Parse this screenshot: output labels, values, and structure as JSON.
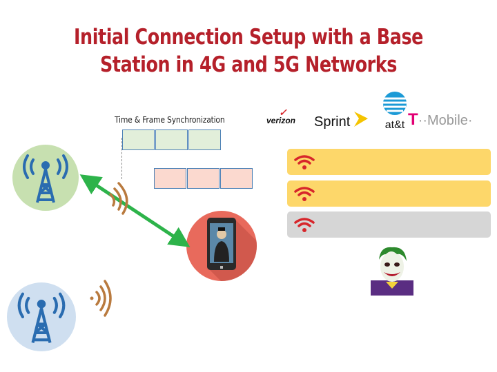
{
  "title": {
    "line1": "Initial Connection Setup with a Base",
    "line2": "Station in 4G and 5G Networks"
  },
  "sync_label": "Time & Frame Synchronization",
  "carriers": {
    "verizon": "verizon",
    "sprint": "Sprint",
    "att": "at&t",
    "tmobile_t": "T",
    "tmobile": "··Mobile·"
  },
  "colors": {
    "title": "#b5202a",
    "arrow": "#2db34a",
    "signal_red": "#d7262b",
    "signal_brown": "#b97a3e",
    "tower_blue": "#2a6cb0",
    "bar_yellow": "#fdd76a",
    "bar_grey": "#d6d6d6"
  },
  "icons": {
    "tower": "cell-tower-icon",
    "phone": "smartphone-icon",
    "wifi": "signal-strength-icon",
    "attacker": "joker-avatar-icon"
  }
}
